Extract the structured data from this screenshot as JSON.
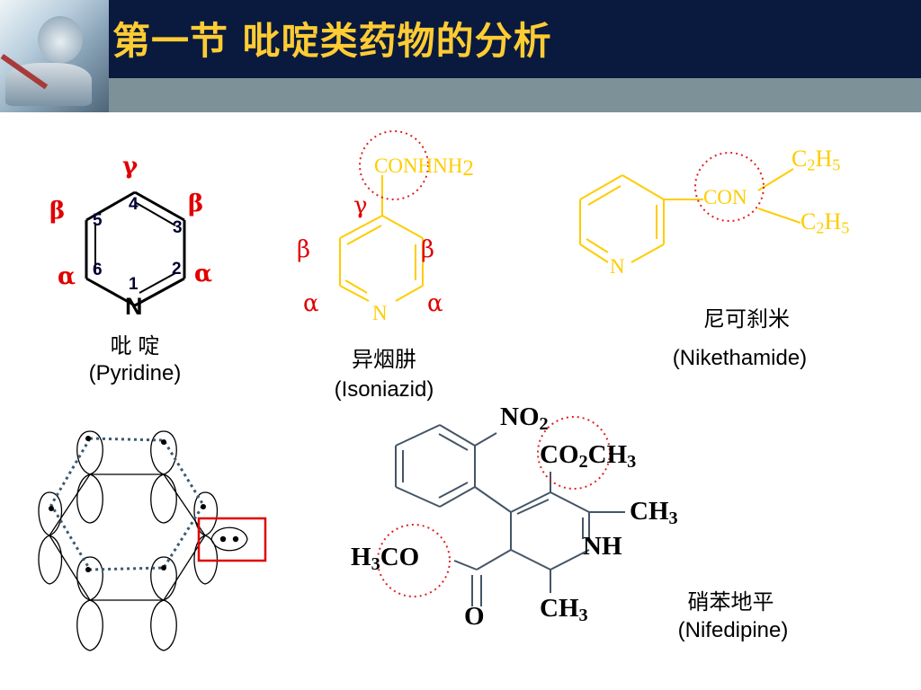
{
  "title": "第一节  吡啶类药物的分析",
  "pyridine": {
    "greek": {
      "gamma": "γ",
      "beta_left": "β",
      "beta_right": "β",
      "alpha_left": "α",
      "alpha_right": "α"
    },
    "numbers": {
      "n1": "1",
      "n2": "2",
      "n3": "3",
      "n4": "4",
      "n5": "5",
      "n6": "6"
    },
    "nitrogen": "N",
    "name_cn": "吡  啶",
    "name_en": "(Pyridine)"
  },
  "isoniazid": {
    "group": "CONHNH",
    "group_sub": "2",
    "greek": {
      "gamma": "γ",
      "beta_left": "β",
      "beta_right": "β",
      "alpha_left": "α",
      "alpha_right": "α"
    },
    "nitrogen": "N",
    "name_cn": "异烟肼",
    "name_en": "(Isoniazid)"
  },
  "nikethamide": {
    "group": "CON",
    "ethyl_top": {
      "c": "C",
      "c_sub": "2",
      "h": "H",
      "h_sub": "5"
    },
    "ethyl_bottom": {
      "c": "C",
      "c_sub": "2",
      "h": "H",
      "h_sub": "5"
    },
    "nitrogen": "N",
    "name_cn": "尼可刹米",
    "name_en": "(Nikethamide)"
  },
  "nifedipine": {
    "no2": {
      "main": "NO",
      "sub": "2"
    },
    "co2ch3": {
      "a": "CO",
      "a_sub": "2",
      "b": "CH",
      "b_sub": "3"
    },
    "ch3_top": {
      "main": "CH",
      "sub": "3"
    },
    "nh": "NH",
    "h3co": {
      "h": "H",
      "sub": "3",
      "rest": "CO"
    },
    "ch3_bottom": {
      "main": "CH",
      "sub": "3"
    },
    "o": "O",
    "name_cn": "硝苯地平",
    "name_en": "(Nifedipine)"
  },
  "colors": {
    "title_band": "#0a1a3e",
    "sub_band": "#7d9199",
    "title_text": "#ffcc33",
    "accent_red": "#e00000",
    "structure_yellow": "#ffcc00",
    "dotted_circle": "#e02020"
  }
}
